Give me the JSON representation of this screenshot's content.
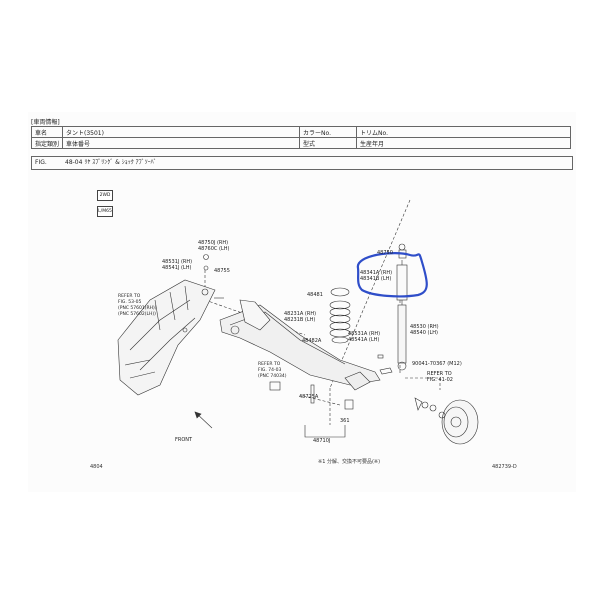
{
  "header": {
    "section_title": "[車両情報]",
    "row1": {
      "car_name_label": "車名",
      "car_name_value": "タント(3501)",
      "color_label": "カラーNo.",
      "trim_label": "トリムNo."
    },
    "row2": {
      "spec_label": "指定類別",
      "chassis_label": "車体番号",
      "model_label": "型式",
      "date_label": "生産年月"
    },
    "fig": {
      "prefix": "FIG.",
      "value": "48-04 ﾘﾔ ｽﾌﾟﾘﾝｸﾞ & ｼｮｯｸ ｱﾌﾞｿｰﾊﾞ"
    }
  },
  "badges": [
    "2WD",
    "L/M65"
  ],
  "labels": {
    "l48750J": "48750J (RH)\n48760C (LH)",
    "l48531J": "48531J (RH)\n48541J (LH)",
    "l48755": "48755",
    "refer_53": "REFER TO\nFIG. 53-05\n(PNC 57601(RH))\n(PNC 57602(LH))",
    "l48481": "48481",
    "l48231": "48231A (RH)\n48231B (LH)",
    "l48482": "48482A",
    "l48750": "48750",
    "l48341": "48341A (RH)\n48341B (LH)",
    "l48531A": "48531A (RH)\n48541A (LH)",
    "l48530": "48530 (RH)\n48540 (LH)",
    "l90041": "90041-70367 (M12)",
    "refer_41": "REFER TO\nFIG. 41-02",
    "refer_74": "REFER TO\nFIG. 74-03\n(PNC 74034)",
    "l48725": "48725A",
    "l361": "361",
    "l48710": "48710J",
    "front": "FRONT"
  },
  "footer": {
    "page_code": "4804",
    "note": "※1 分解、交換不可要品(※)",
    "diagram_code": "482739-D"
  },
  "colors": {
    "highlight": "#2f4ec9",
    "line": "#333333"
  }
}
